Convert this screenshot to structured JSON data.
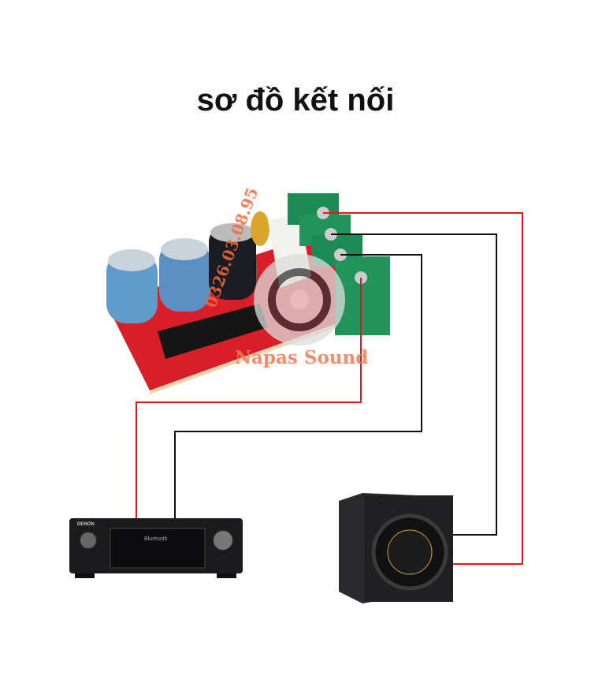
{
  "title": "sơ đồ kết nối",
  "watermark": {
    "phone": "0326.03.08.95",
    "brand": "Napas Sound"
  },
  "receiver": {
    "brand": "DENON",
    "display": "Bluetooth"
  },
  "colors": {
    "positive_wire": "#e8141b",
    "negative_wire": "#111111",
    "pcb": "#d81e28",
    "terminal": "#1e8a55"
  }
}
